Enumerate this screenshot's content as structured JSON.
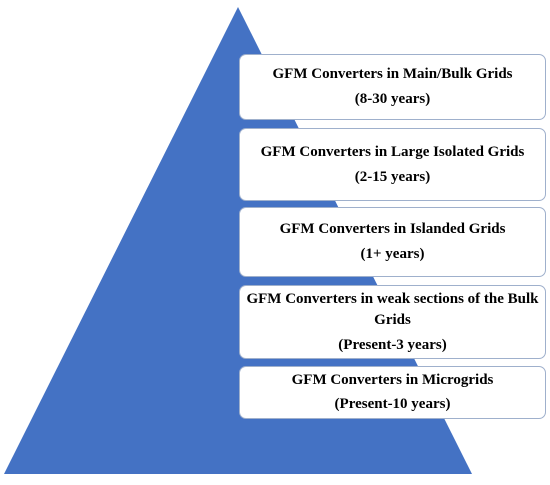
{
  "pyramid": {
    "fill_color": "#4472c4",
    "tiers": [
      {
        "title": "GFM Converters in Main/Bulk  Grids",
        "period": "(8-30 years)"
      },
      {
        "title": "GFM Converters in Large Isolated Grids",
        "period": "(2-15 years)"
      },
      {
        "title": "GFM Converters in Islanded  Grids",
        "period": "(1+ years)"
      },
      {
        "title": "GFM Converters in weak sections of the Bulk Grids",
        "period": "(Present-3 years)"
      },
      {
        "title": "GFM Converters in Microgrids",
        "period": "(Present-10 years)"
      }
    ]
  }
}
